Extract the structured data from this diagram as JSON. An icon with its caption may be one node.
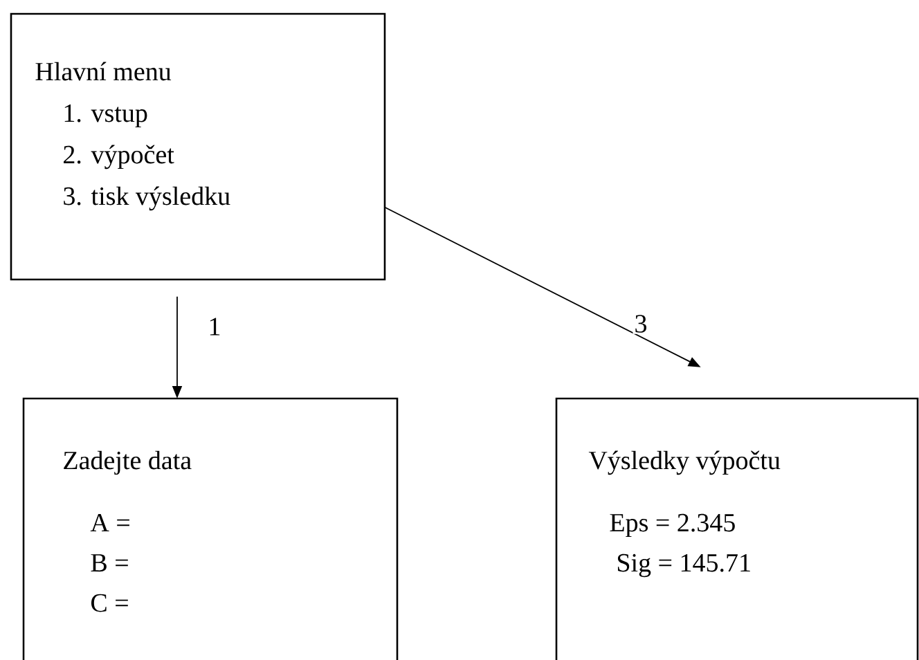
{
  "diagram": {
    "nodes": [
      {
        "text": [
          "Hlavní menu",
          "1. vstup",
          "2. výpočet",
          "3. tisk výsledku"
        ]
      },
      {
        "text": [
          "Zadejte data",
          "A =",
          "B =",
          "C ="
        ]
      },
      {
        "text": [
          "Výsledky výpočtu",
          "Eps = 2.345",
          "Sig = 145.71"
        ]
      }
    ],
    "edges": [
      {
        "from": 0,
        "to": 1,
        "arrow": "to",
        "label": "1"
      },
      {
        "from": 0,
        "to": 2,
        "arrow": "to",
        "label": "3"
      }
    ]
  }
}
